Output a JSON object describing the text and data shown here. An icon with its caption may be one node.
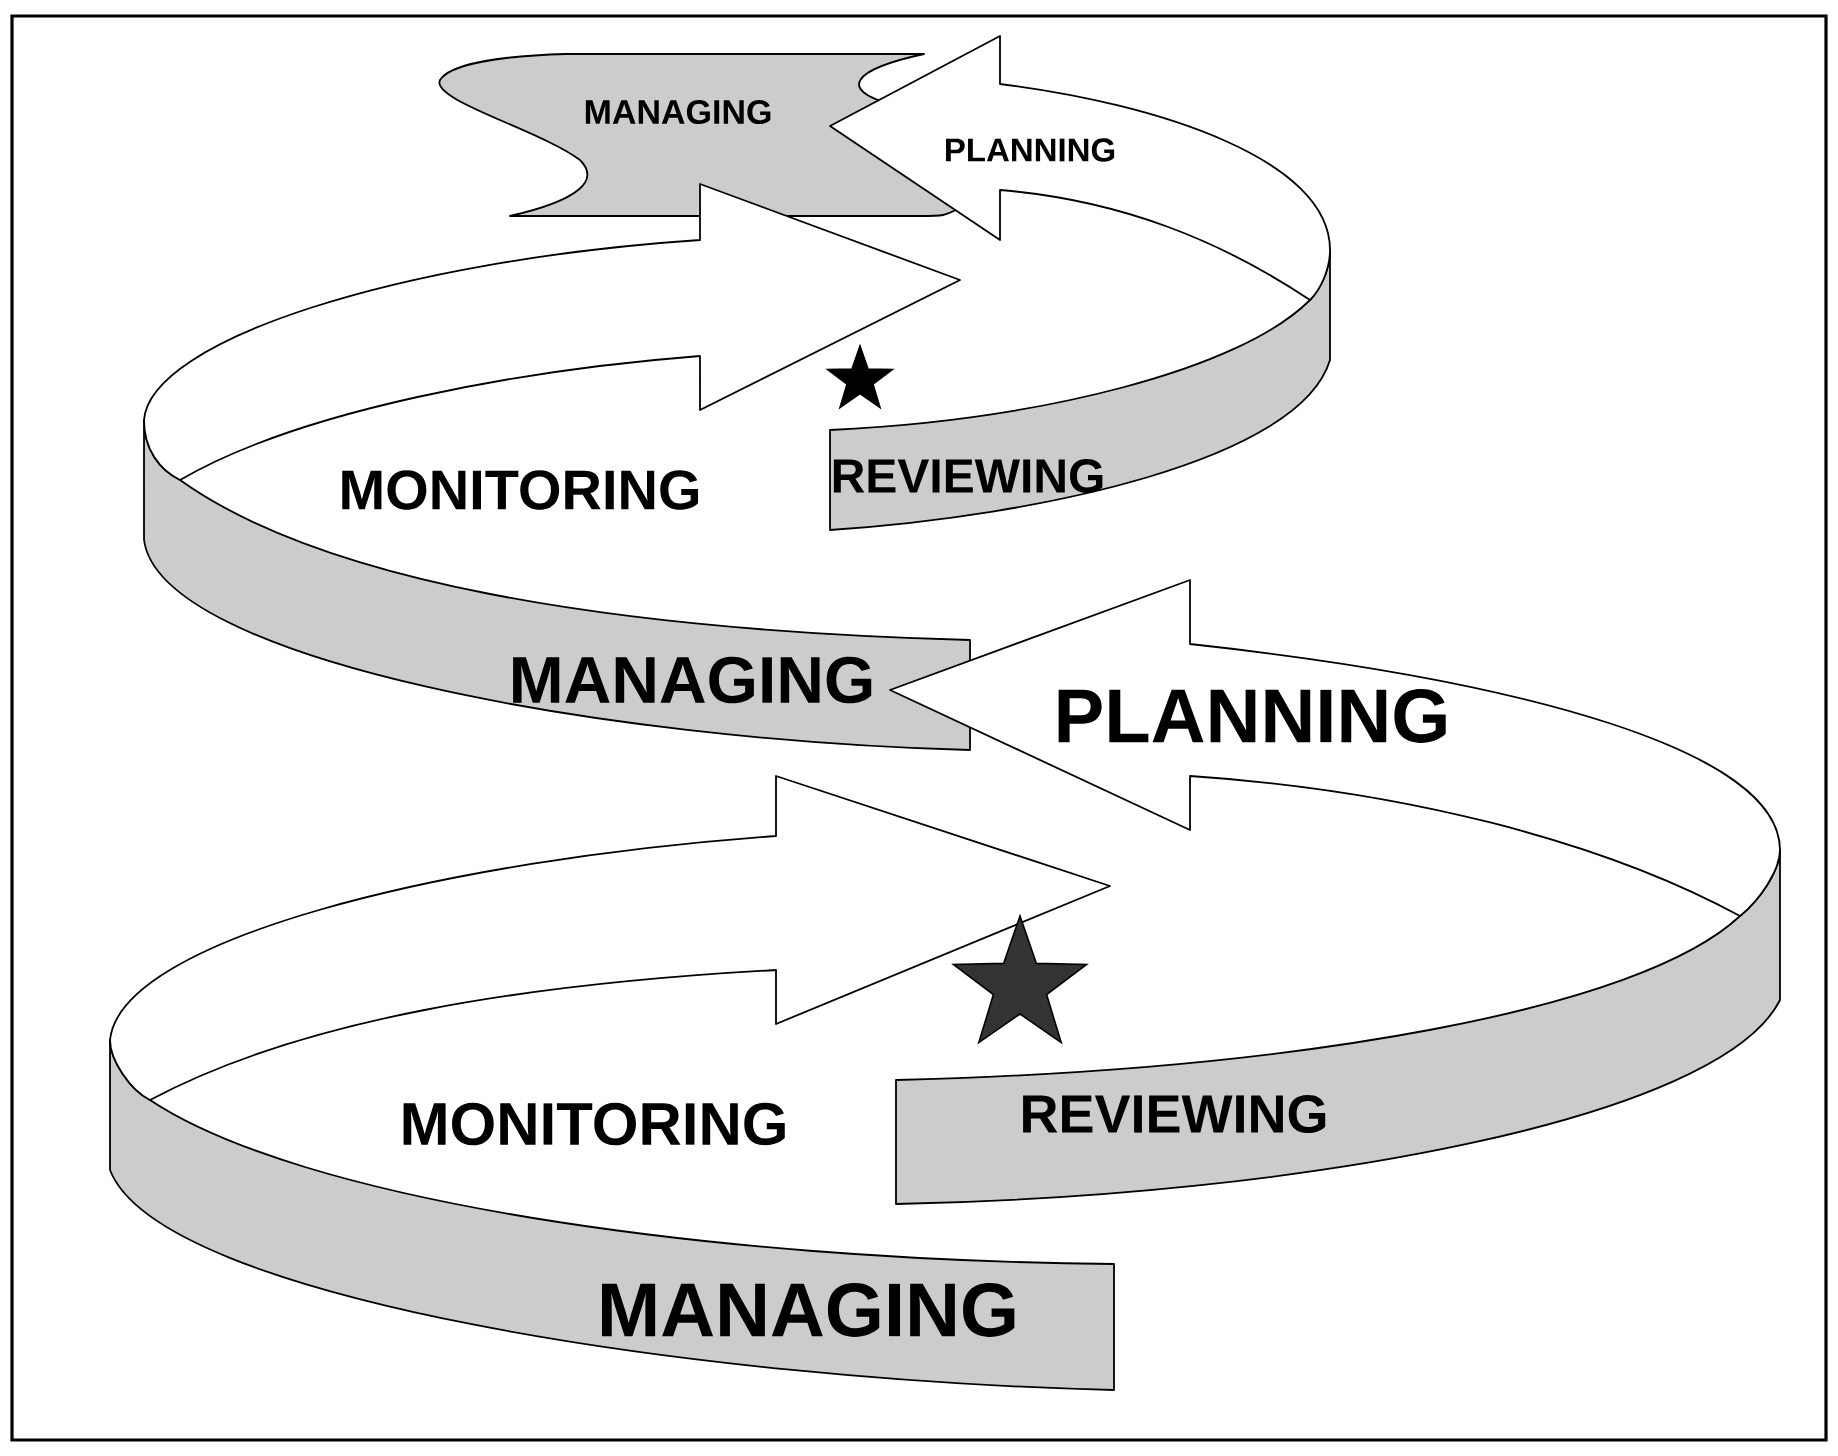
{
  "diagram": {
    "labels": [
      "MANAGING",
      "PLANNING",
      "MONITORING",
      "REVIEWING",
      "MANAGING",
      "PLANNING",
      "MONITORING",
      "REVIEWING",
      "MANAGING"
    ]
  }
}
